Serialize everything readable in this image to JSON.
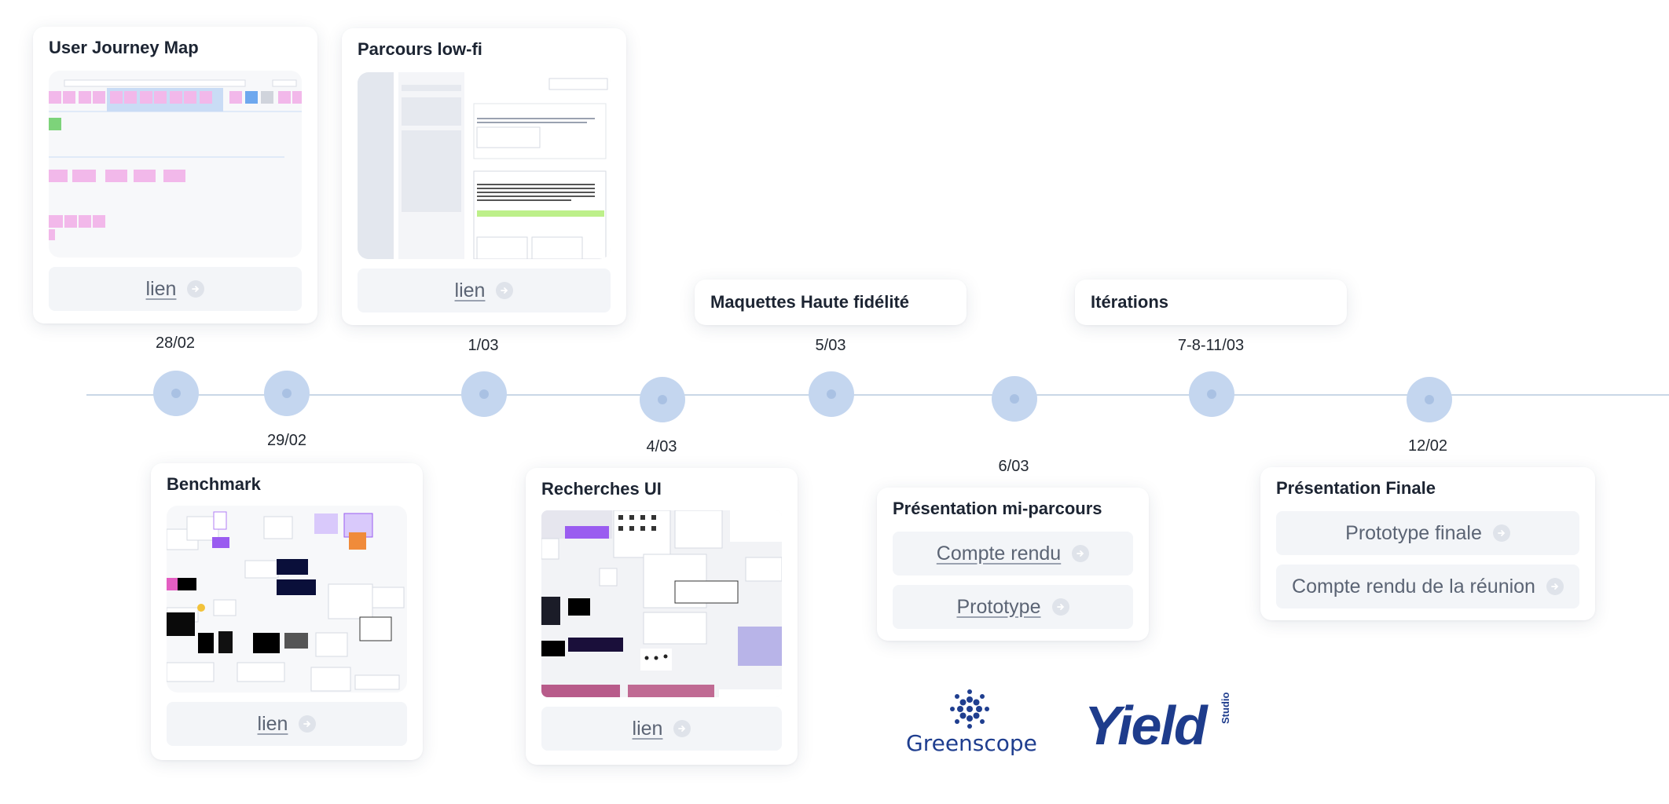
{
  "timeline": {
    "dates": {
      "d1": "28/02",
      "d2": "29/02",
      "d3": "1/03",
      "d4": "4/03",
      "d5": "5/03",
      "d6": "6/03",
      "d7": "7-8-11/03",
      "d8": "12/02"
    }
  },
  "cards": {
    "journey": {
      "title": "User Journey Map",
      "link": "lien"
    },
    "lowfi": {
      "title": "Parcours low-fi",
      "link": "lien"
    },
    "hifi": {
      "title": "Maquettes Haute fidélité"
    },
    "iterations": {
      "title": "Itérations"
    },
    "benchmark": {
      "title": "Benchmark",
      "link": "lien"
    },
    "research": {
      "title": "Recherches UI",
      "link": "lien"
    },
    "midterm": {
      "title": "Présentation mi-parcours",
      "link1": "Compte rendu",
      "link2": "Prototype"
    },
    "final": {
      "title": "Présentation Finale",
      "link1": "Prototype finale",
      "link2": "Compte rendu de la réunion"
    }
  },
  "logos": {
    "greenscope": "Greenscope",
    "yield": "Yield",
    "studio": "Studio"
  },
  "colors": {
    "node": "#c4d6ef",
    "line": "#c9d7e6",
    "linkbg": "#f3f5f8",
    "greenscope": "#1f3e8f",
    "yield": "#1e3c8c"
  }
}
